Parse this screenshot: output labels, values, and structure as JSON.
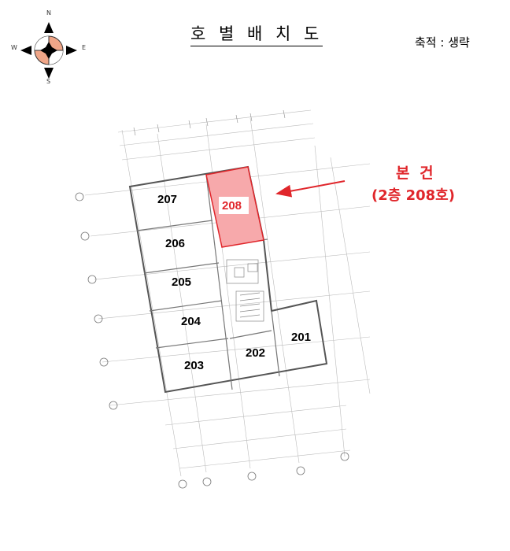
{
  "title": "호 별 배 치 도",
  "scale": "축적 : 생략",
  "compass": {
    "n": "N",
    "s": "S",
    "e": "E",
    "w": "W"
  },
  "highlight": {
    "label": "본 건",
    "sub": "(2층 208호)",
    "color": "#e0262b"
  },
  "rooms": [
    "201",
    "202",
    "203",
    "204",
    "205",
    "206",
    "207",
    "208"
  ]
}
